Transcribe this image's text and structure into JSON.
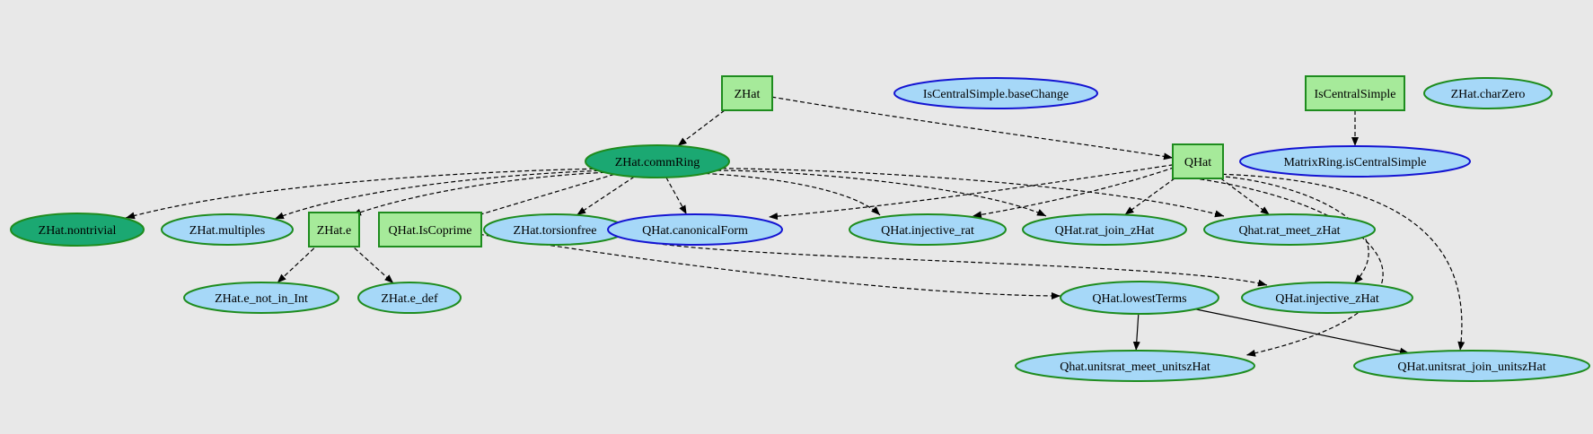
{
  "colors": {
    "background": "#e8e8e8",
    "box_fill": "#a6ea9a",
    "box_stroke": "#1e8c1e",
    "ellipse_fill": "#a6d8f8",
    "dark_fill": "#1ba872",
    "green_stroke": "#1e8c1e",
    "blue_stroke": "#1414d2",
    "edge": "#000000"
  },
  "nodes": [
    {
      "id": "ZHat",
      "label": "ZHat",
      "shape": "box",
      "style": "box"
    },
    {
      "id": "IsCentralSimple.baseChange",
      "label": "IsCentralSimple.baseChange",
      "shape": "ellipse",
      "style": "blue"
    },
    {
      "id": "IsCentralSimple",
      "label": "IsCentralSimple",
      "shape": "box",
      "style": "box"
    },
    {
      "id": "ZHat.charZero",
      "label": "ZHat.charZero",
      "shape": "ellipse",
      "style": "green"
    },
    {
      "id": "ZHat.commRing",
      "label": "ZHat.commRing",
      "shape": "ellipse",
      "style": "dark"
    },
    {
      "id": "QHat",
      "label": "QHat",
      "shape": "box",
      "style": "box"
    },
    {
      "id": "MatrixRing.isCentralSimple",
      "label": "MatrixRing.isCentralSimple",
      "shape": "ellipse",
      "style": "blue"
    },
    {
      "id": "ZHat.nontrivial",
      "label": "ZHat.nontrivial",
      "shape": "ellipse",
      "style": "dark"
    },
    {
      "id": "ZHat.multiples",
      "label": "ZHat.multiples",
      "shape": "ellipse",
      "style": "green"
    },
    {
      "id": "ZHat.e",
      "label": "ZHat.e",
      "shape": "box",
      "style": "box"
    },
    {
      "id": "QHat.IsCoprime",
      "label": "QHat.IsCoprime",
      "shape": "box",
      "style": "box"
    },
    {
      "id": "ZHat.torsionfree",
      "label": "ZHat.torsionfree",
      "shape": "ellipse",
      "style": "green"
    },
    {
      "id": "QHat.canonicalForm",
      "label": "QHat.canonicalForm",
      "shape": "ellipse",
      "style": "blue"
    },
    {
      "id": "QHat.injective_rat",
      "label": "QHat.injective_rat",
      "shape": "ellipse",
      "style": "green"
    },
    {
      "id": "QHat.rat_join_zHat",
      "label": "QHat.rat_join_zHat",
      "shape": "ellipse",
      "style": "green"
    },
    {
      "id": "Qhat.rat_meet_zHat",
      "label": "Qhat.rat_meet_zHat",
      "shape": "ellipse",
      "style": "green"
    },
    {
      "id": "ZHat.e_not_in_Int",
      "label": "ZHat.e_not_in_Int",
      "shape": "ellipse",
      "style": "green"
    },
    {
      "id": "ZHat.e_def",
      "label": "ZHat.e_def",
      "shape": "ellipse",
      "style": "green"
    },
    {
      "id": "QHat.lowestTerms",
      "label": "QHat.lowestTerms",
      "shape": "ellipse",
      "style": "green"
    },
    {
      "id": "QHat.injective_zHat",
      "label": "QHat.injective_zHat",
      "shape": "ellipse",
      "style": "green"
    },
    {
      "id": "Qhat.unitsrat_meet_unitszHat",
      "label": "Qhat.unitsrat_meet_unitszHat",
      "shape": "ellipse",
      "style": "green"
    },
    {
      "id": "QHat.unitsrat_join_unitszHat",
      "label": "QHat.unitsrat_join_unitszHat",
      "shape": "ellipse",
      "style": "green"
    }
  ],
  "edges": [
    {
      "from": "ZHat",
      "to": "ZHat.commRing",
      "style": "dashed"
    },
    {
      "from": "ZHat",
      "to": "QHat",
      "style": "dashed"
    },
    {
      "from": "IsCentralSimple",
      "to": "MatrixRing.isCentralSimple",
      "style": "dashed"
    },
    {
      "from": "ZHat.commRing",
      "to": "ZHat.nontrivial",
      "style": "dashed"
    },
    {
      "from": "ZHat.commRing",
      "to": "ZHat.multiples",
      "style": "dashed"
    },
    {
      "from": "ZHat.commRing",
      "to": "ZHat.e",
      "style": "dashed"
    },
    {
      "from": "ZHat.commRing",
      "to": "QHat.IsCoprime",
      "style": "dashed"
    },
    {
      "from": "ZHat.commRing",
      "to": "ZHat.torsionfree",
      "style": "dashed"
    },
    {
      "from": "ZHat.commRing",
      "to": "QHat.canonicalForm",
      "style": "dashed"
    },
    {
      "from": "ZHat.commRing",
      "to": "QHat.injective_rat",
      "style": "dashed"
    },
    {
      "from": "ZHat.commRing",
      "to": "QHat.rat_join_zHat",
      "style": "dashed"
    },
    {
      "from": "ZHat.commRing",
      "to": "Qhat.rat_meet_zHat",
      "style": "dashed"
    },
    {
      "from": "QHat",
      "to": "QHat.canonicalForm",
      "style": "dashed"
    },
    {
      "from": "QHat",
      "to": "QHat.injective_rat",
      "style": "dashed"
    },
    {
      "from": "QHat",
      "to": "QHat.rat_join_zHat",
      "style": "dashed"
    },
    {
      "from": "QHat",
      "to": "Qhat.rat_meet_zHat",
      "style": "dashed"
    },
    {
      "from": "QHat",
      "to": "QHat.injective_zHat",
      "style": "dashed"
    },
    {
      "from": "QHat",
      "to": "Qhat.unitsrat_meet_unitszHat",
      "style": "dashed"
    },
    {
      "from": "QHat",
      "to": "QHat.unitsrat_join_unitszHat",
      "style": "dashed"
    },
    {
      "from": "ZHat.e",
      "to": "ZHat.e_not_in_Int",
      "style": "dashed"
    },
    {
      "from": "ZHat.e",
      "to": "ZHat.e_def",
      "style": "dashed"
    },
    {
      "from": "QHat.IsCoprime",
      "to": "QHat.lowestTerms",
      "style": "dashed"
    },
    {
      "from": "ZHat.torsionfree",
      "to": "QHat.injective_zHat",
      "style": "dashed"
    },
    {
      "from": "QHat.lowestTerms",
      "to": "Qhat.unitsrat_meet_unitszHat",
      "style": "solid"
    },
    {
      "from": "QHat.lowestTerms",
      "to": "QHat.unitsrat_join_unitszHat",
      "style": "solid"
    }
  ]
}
